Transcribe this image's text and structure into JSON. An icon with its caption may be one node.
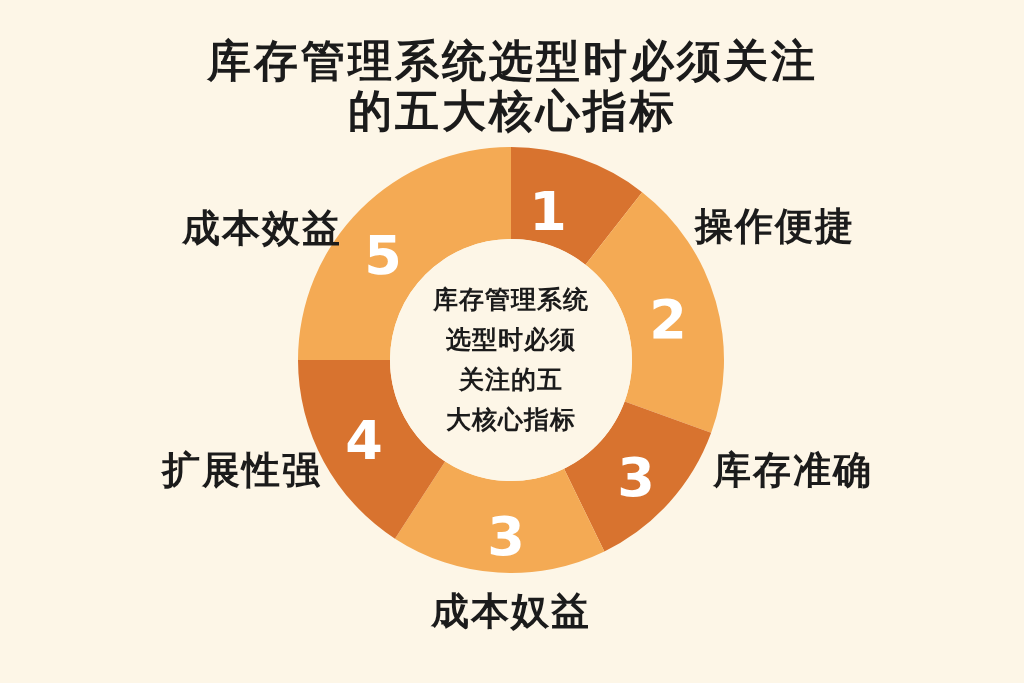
{
  "diagram": {
    "title": "库存管理系统选型时必须关注的五大核心指标",
    "nodes": [
      {
        "text": [
          "1"
        ]
      },
      {
        "text": [
          "2"
        ],
        "beside": [
          "操作便捷"
        ]
      },
      {
        "text": [
          "3"
        ],
        "beside": [
          "库存准确"
        ]
      },
      {
        "text": [
          "3"
        ],
        "beside": [
          "成本奴益"
        ]
      },
      {
        "text": [
          "4"
        ],
        "beside": [
          "扩展性强"
        ]
      },
      {
        "text": [
          "5"
        ],
        "beside": [
          "成本效益"
        ]
      },
      {
        "text": [
          "库存管理系统选型时必须关注的五大核心指标"
        ]
      }
    ]
  }
}
